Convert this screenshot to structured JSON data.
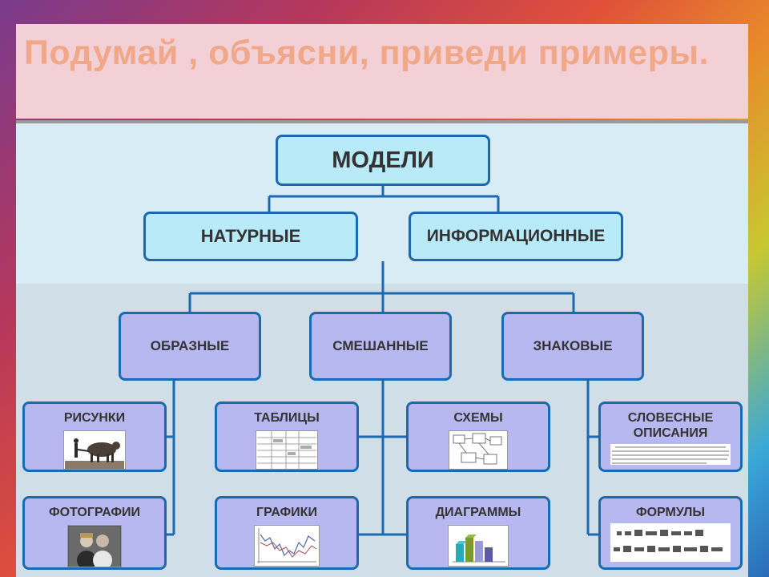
{
  "title": "Подумай , объясни, приведи примеры.",
  "nodes": {
    "root": "МОДЕЛИ",
    "natural": "НАТУРНЫЕ",
    "informational": "ИНФОРМАЦИОННЫЕ",
    "figurative": "ОБРАЗНЫЕ",
    "mixed": "СМЕШАННЫЕ",
    "symbolic": "ЗНАКОВЫЕ",
    "drawings": "РИСУНКИ",
    "photos": "ФОТОГРАФИИ",
    "tables": "ТАБЛИЦЫ",
    "graphs": "ГРАФИКИ",
    "schemes": "СХЕМЫ",
    "diagrams": "ДИАГРАММЫ",
    "verbal_line1": "СЛОВЕСНЫЕ",
    "verbal_line2": "ОПИСАНИЯ",
    "formulas": "ФОРМУЛЫ"
  },
  "colors": {
    "border": "#1a6ab2",
    "top_box_fill": "#b8eaf8",
    "lower_box_fill": "#b8b8f0",
    "title_text": "#f0a888"
  }
}
